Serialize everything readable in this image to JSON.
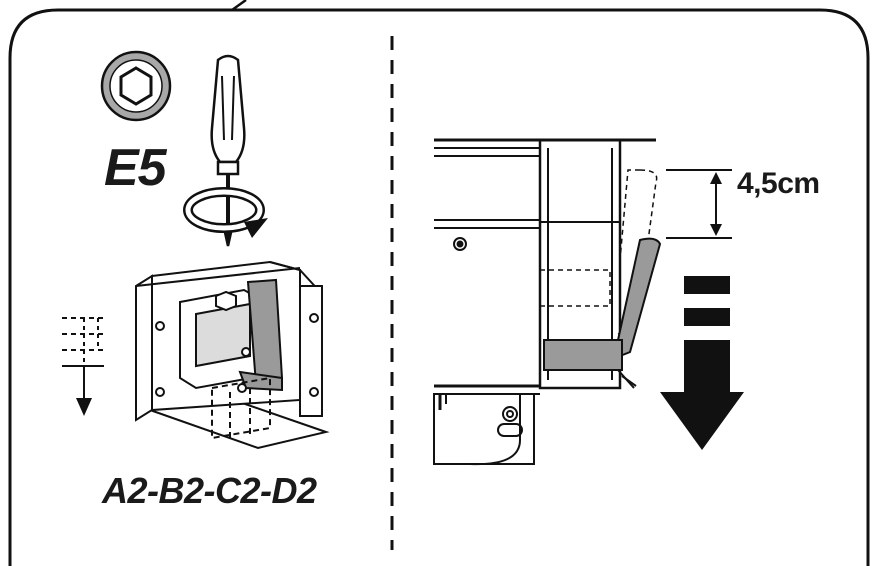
{
  "labels": {
    "tool_code": "E5",
    "part_codes": "A2-B2-C2-D2",
    "dimension": "4,5cm"
  },
  "icons": {
    "tool": "hex-socket-icon",
    "driver": "screwdriver-icon",
    "rotation": "rotate-arrow-icon",
    "direction": "down-arrow-icon"
  },
  "colors": {
    "ink": "#1a1a1a",
    "frame": "#111111",
    "bracket_fill": "#9a9a9a",
    "hex_ring": "#a8a8a8"
  }
}
